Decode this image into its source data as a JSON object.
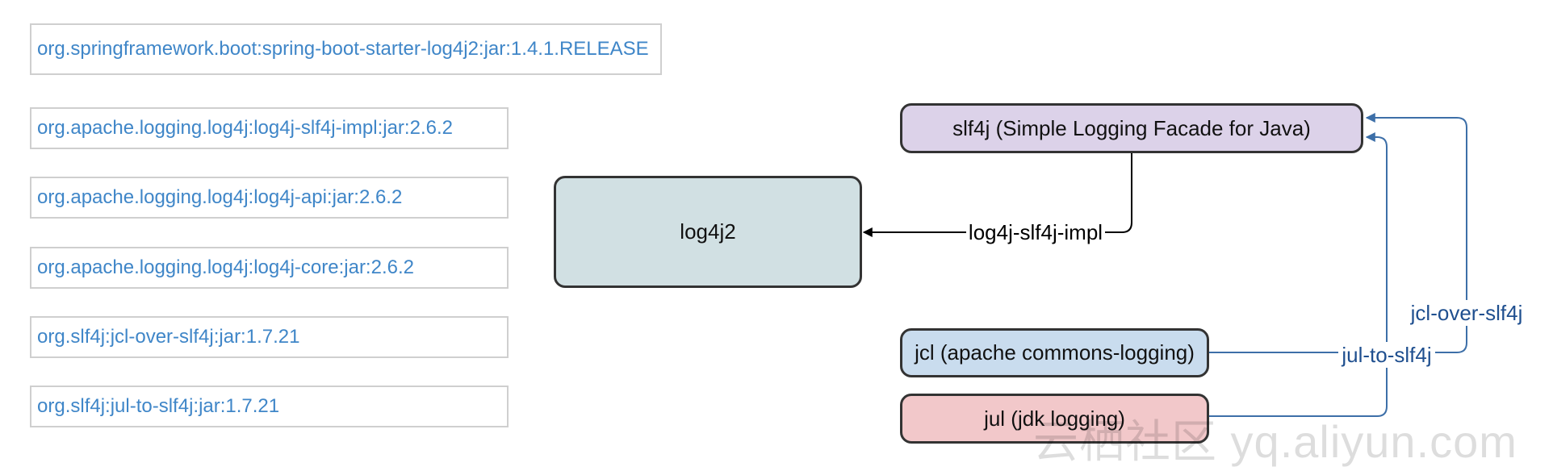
{
  "dependencies": [
    "org.springframework.boot:spring-boot-starter-log4j2:jar:1.4.1.RELEASE",
    "org.apache.logging.log4j:log4j-slf4j-impl:jar:2.6.2",
    "org.apache.logging.log4j:log4j-api:jar:2.6.2",
    "org.apache.logging.log4j:log4j-core:jar:2.6.2",
    "org.slf4j:jcl-over-slf4j:jar:1.7.21",
    "org.slf4j:jul-to-slf4j:jar:1.7.21"
  ],
  "nodes": {
    "log4j2": "log4j2",
    "slf4j": "slf4j (Simple Logging Facade for Java)",
    "jcl": "jcl (apache commons-logging)",
    "jul": "jul (jdk logging)"
  },
  "edges": {
    "log4j_slf4j_impl": "log4j-slf4j-impl",
    "jcl_over_slf4j": "jcl-over-slf4j",
    "jul_to_slf4j": "jul-to-slf4j"
  },
  "watermark": "云栖社区 yq.aliyun.com",
  "colors": {
    "dependency_text": "#3f86c8",
    "edge_blue": "#3d6fa8",
    "label_blue": "#1f4f8f",
    "log4j2_fill": "#d1e0e3",
    "slf4j_fill": "#dcd2e9",
    "jcl_fill": "#c9dcee",
    "jul_fill": "#f2c8ca"
  }
}
